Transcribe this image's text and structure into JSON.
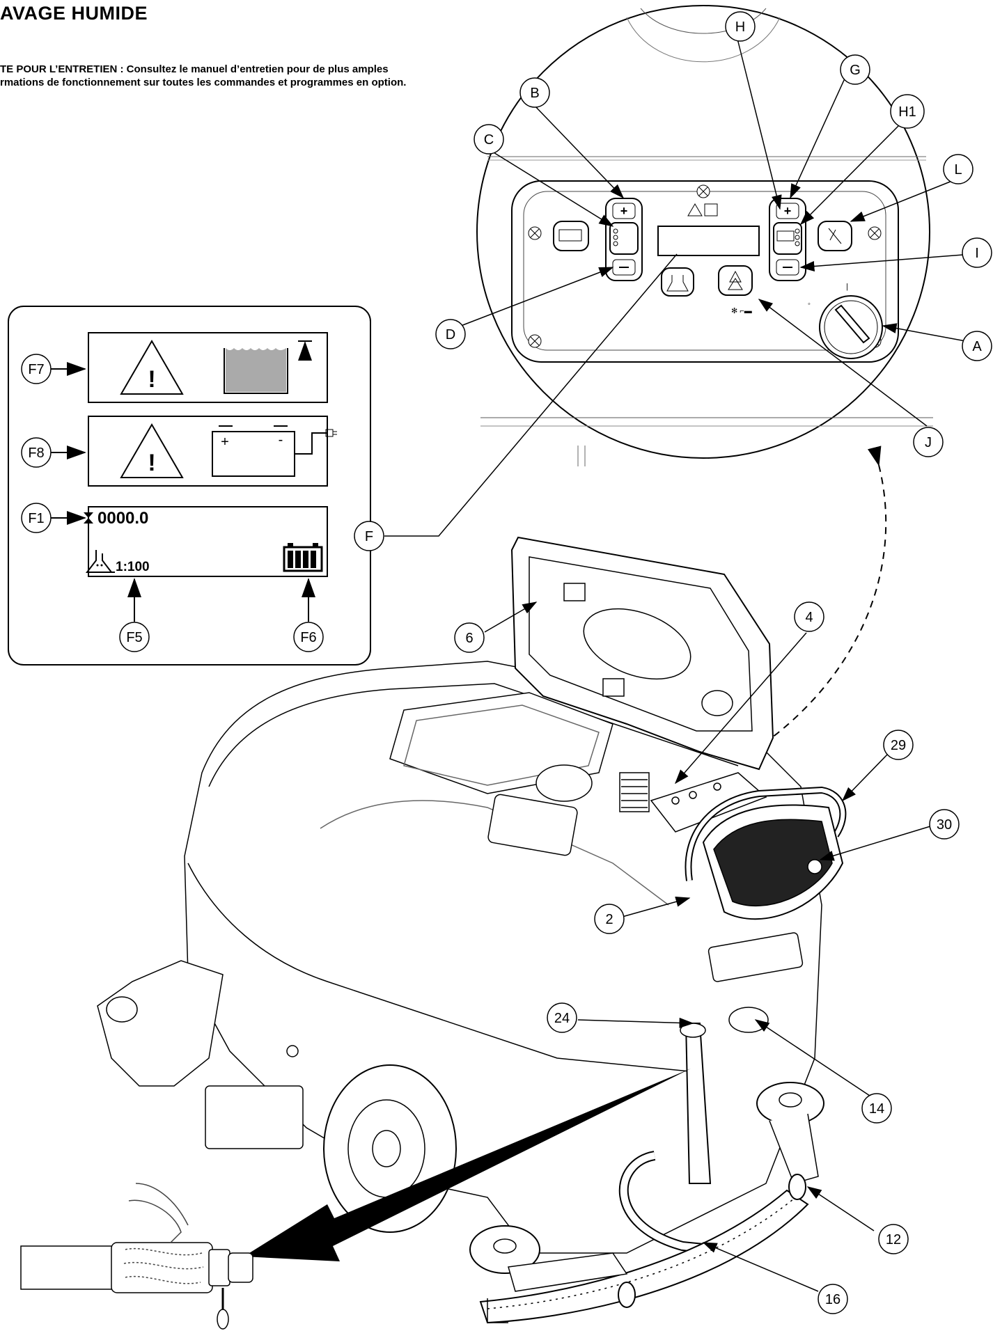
{
  "title": "AVAGE HUMIDE",
  "note": {
    "line1": "TE POUR L’ENTRETIEN : Consultez le manuel d’entretien pour de plus amples",
    "line2": "rmations de fonctionnement sur toutes les commandes et programmes en option."
  },
  "display": {
    "hour_meter": "0000.0",
    "ratio": "1:100"
  },
  "callouts": {
    "A": "A",
    "B": "B",
    "C": "C",
    "D": "D",
    "F": "F",
    "G": "G",
    "H": "H",
    "H1": "H1",
    "I": "I",
    "J": "J",
    "L": "L",
    "F1": "F1",
    "F5": "F5",
    "F6": "F6",
    "F7": "F7",
    "F8": "F8",
    "n2": "2",
    "n4": "4",
    "n6": "6",
    "n12": "12",
    "n14": "14",
    "n16": "16",
    "n24": "24",
    "n29": "29",
    "n30": "30"
  },
  "icons": [
    "warning-icon",
    "tank-full-icon",
    "battery-charger-icon",
    "hourglass-icon",
    "detergent-icon",
    "battery-icon",
    "brush-icon",
    "plus-icon",
    "minus-icon",
    "key-switch-icon",
    "vacuum-icon",
    "flask-icon"
  ]
}
